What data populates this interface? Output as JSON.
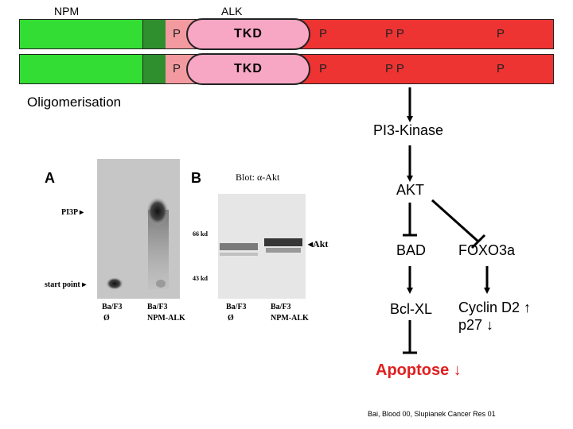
{
  "header": {
    "npm_label": "NPM",
    "alk_label": "ALK"
  },
  "bars": [
    {
      "tkd_label": "TKD",
      "p_left": "P",
      "p_mid": "P",
      "p_pair": "P P",
      "p_right": "P"
    },
    {
      "tkd_label": "TKD",
      "p_left": "P",
      "p_mid": "P",
      "p_pair": "P P",
      "p_right": "P"
    }
  ],
  "oligomerisation_label": "Oligomerisation",
  "pathway": {
    "pi3k": "PI3-Kinase",
    "akt": "AKT",
    "bad": "BAD",
    "foxo3a": "FOXO3a",
    "bclxl": "Bcl-XL",
    "cyclin": "Cyclin D2 ↑",
    "p27": "p27 ↓",
    "apoptose": "Apoptose ↓"
  },
  "panel_a": {
    "letter": "A",
    "pi3p": "PI3P ▸",
    "start": "start point ▸",
    "lane1_l1": "Ba/F3",
    "lane1_l2": "Ø",
    "lane2_l1": "Ba/F3",
    "lane2_l2": "NPM-ALK"
  },
  "panel_b": {
    "letter": "B",
    "blot": "Blot: α-Akt",
    "kd66": "66 kd",
    "kd43": "43 kd",
    "akt": "◂Akt",
    "lane1_l1": "Ba/F3",
    "lane1_l2": "Ø",
    "lane2_l1": "Ba/F3",
    "lane2_l2": "NPM-ALK"
  },
  "citation": "Bai, Blood 00, Slupianek Cancer Res 01"
}
